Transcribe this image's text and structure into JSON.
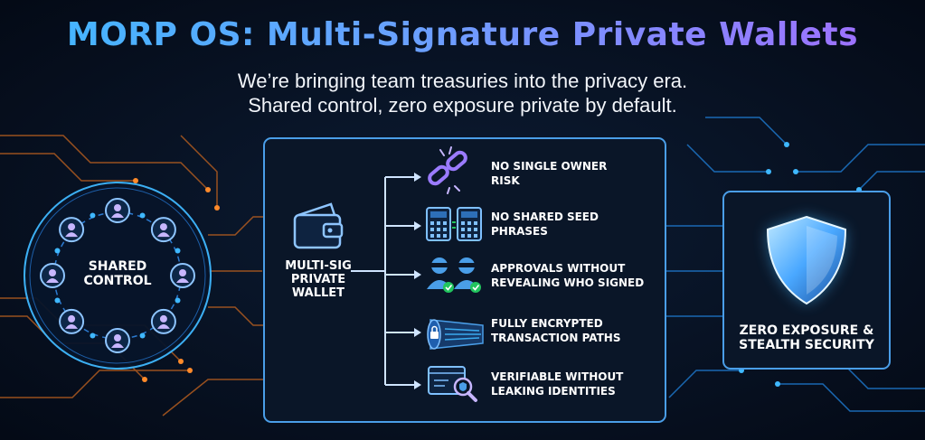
{
  "header": {
    "title": "MORP OS: Multi-Signature Private Wallets",
    "subtitle_line1": "We’re bringing team treasuries into the privacy era.",
    "subtitle_line2": "Shared control, zero exposure private by default."
  },
  "shared_control": {
    "line1": "SHARED",
    "line2": "CONTROL",
    "icon": "user-icon"
  },
  "wallet": {
    "line1": "MULTI-SIG",
    "line2": "PRIVATE",
    "line3": "WALLET",
    "icon": "wallet-icon"
  },
  "features": [
    {
      "line1": "NO SINGLE OWNER",
      "line2": "RISK",
      "icon": "broken-chain-icon"
    },
    {
      "line1": "NO SHARED SEED",
      "line2": "PHRASES",
      "icon": "keypad-icon"
    },
    {
      "line1": "APPROVALS WITHOUT",
      "line2": "REVEALING WHO SIGNED",
      "icon": "anonymous-signers-icon"
    },
    {
      "line1": "FULLY ENCRYPTED",
      "line2": "TRANSACTION PATHS",
      "icon": "encrypted-tunnel-icon"
    },
    {
      "line1": "VERIFIABLE WITHOUT",
      "line2": "LEAKING IDENTITIES",
      "icon": "verify-magnifier-icon"
    }
  ],
  "zero_exposure": {
    "line1": "ZERO EXPOSURE &",
    "line2": "STEALTH SECURITY",
    "icon": "shield-icon"
  },
  "colors": {
    "background": "#06101f",
    "accent_blue": "#3fb8ff",
    "accent_purple": "#a46bff",
    "accent_orange": "#ff8a2a",
    "check_green": "#22c55e"
  }
}
